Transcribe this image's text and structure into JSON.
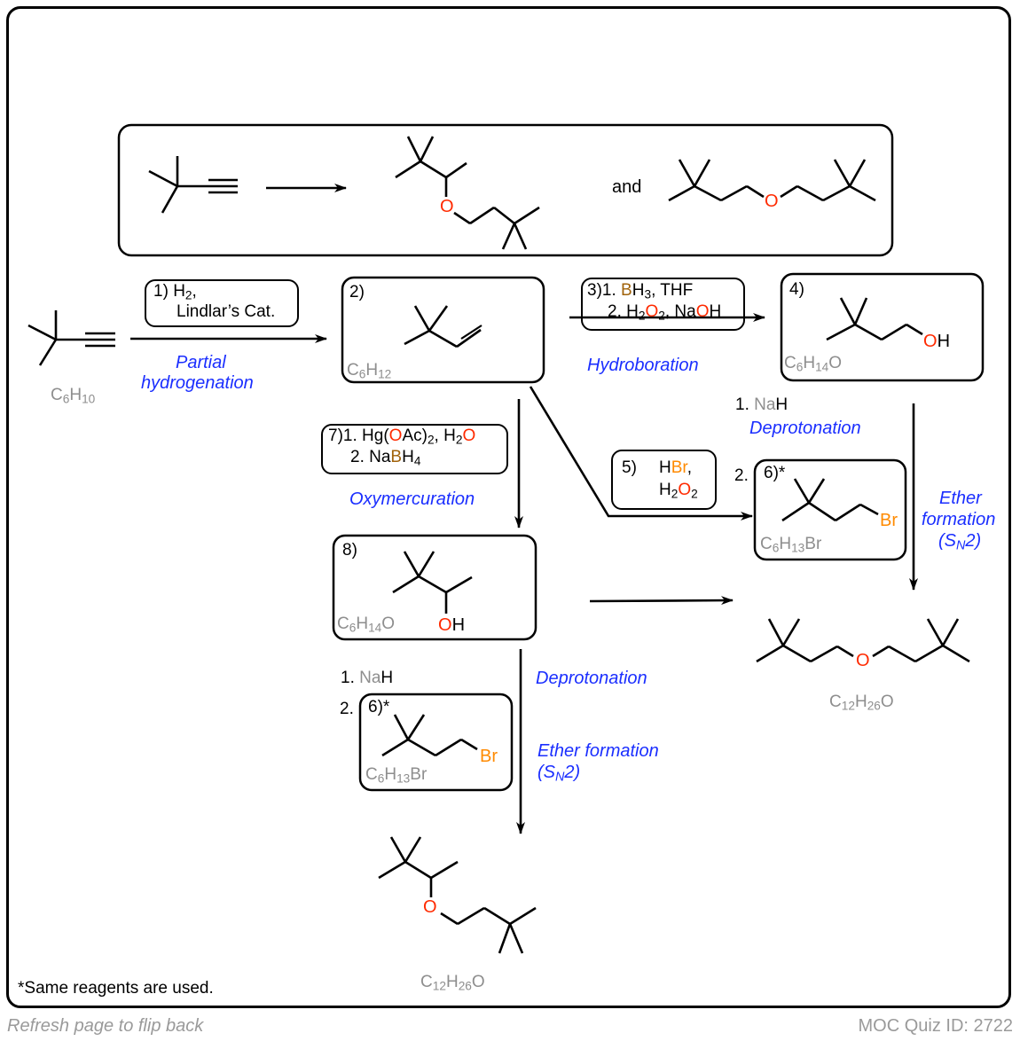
{
  "top_problem": {
    "connector": "and",
    "oxygen_label": "O"
  },
  "compounds": {
    "start": {
      "formula_C": "C",
      "formula_C_sub": "6",
      "formula_H": "H",
      "formula_H_sub": "10"
    },
    "c2": {
      "number": "2)",
      "formula_C": "C",
      "formula_C_sub": "6",
      "formula_H": "H",
      "formula_H_sub": "12"
    },
    "c4": {
      "number": "4)",
      "oh_O": "O",
      "oh_H": "H",
      "formula_C": "C",
      "formula_C_sub": "6",
      "formula_H": "H",
      "formula_H_sub": "14",
      "formula_O": "O"
    },
    "c6_right": {
      "prefix": "2.",
      "number": "6)*",
      "br": "Br",
      "formula_C": "C",
      "formula_C_sub": "6",
      "formula_H": "H",
      "formula_H_sub": "13",
      "formula_Br": "Br"
    },
    "c8": {
      "number": "8)",
      "oh_O": "O",
      "oh_H": "H",
      "formula_C": "C",
      "formula_C_sub": "6",
      "formula_H": "H",
      "formula_H_sub": "14",
      "formula_O": "O"
    },
    "c6_bottom": {
      "prefix": "2.",
      "number": "6)*",
      "br": "Br",
      "formula_C": "C",
      "formula_C_sub": "6",
      "formula_H": "H",
      "formula_H_sub": "13",
      "formula_Br": "Br"
    },
    "product_right": {
      "oxygen_label": "O",
      "formula_C": "C",
      "formula_C_sub": "12",
      "formula_H": "H",
      "formula_H_sub": "26",
      "formula_O": "O"
    },
    "product_bottom": {
      "oxygen_label": "O",
      "formula_C": "C",
      "formula_C_sub": "12",
      "formula_H": "H",
      "formula_H_sub": "26",
      "formula_O": "O"
    }
  },
  "reagents": {
    "r1": {
      "number": "1)",
      "line1_H": "H",
      "line1_sub": "2",
      "line1_tail": ",",
      "line2": "Lindlar’s Cat."
    },
    "r3": {
      "number": "3)",
      "l1_pre": "1. ",
      "l1_B": "B",
      "l1_H": "H",
      "l1_sub": "3",
      "l1_tail": ", THF",
      "l2_pre": "2. H",
      "l2_sub1": "2",
      "l2_O": "O",
      "l2_sub2": "2",
      "l2_mid": ", Na",
      "l2_O2": "O",
      "l2_H": "H"
    },
    "r5": {
      "number": "5)",
      "l1_H": "H",
      "l1_Br": "Br",
      "l1_tail": ",",
      "l2_H": "H",
      "l2_sub1": "2",
      "l2_O": "O",
      "l2_sub2": "2"
    },
    "r7": {
      "number": "7)",
      "l1_pre": "1. Hg(",
      "l1_O": "O",
      "l1_mid": "Ac)",
      "l1_sub": "2",
      "l1_mid2": ", H",
      "l1_sub2": "2",
      "l1_O2": "O",
      "l2_pre": "2. Na",
      "l2_B": "B",
      "l2_H": "H",
      "l2_sub": "4"
    },
    "nah_right": {
      "prefix": "1. ",
      "na": "Na",
      "h": "H"
    },
    "nah_bottom": {
      "prefix": "1. ",
      "na": "Na",
      "h": "H"
    }
  },
  "labels": {
    "partial_hydrogenation": [
      "Partial",
      "hydrogenation"
    ],
    "hydroboration": "Hydroboration",
    "oxymercuration": "Oxymercuration",
    "deprotonation_right": "Deprotonation",
    "ether_formation_right": [
      "Ether",
      "formation"
    ],
    "sn2_right": {
      "open": "(S",
      "sub": "N",
      "close": "2)"
    },
    "deprotonation_bottom": "Deprotonation",
    "ether_formation_bottom": "Ether formation",
    "sn2_bottom": {
      "open": "(S",
      "sub": "N",
      "close": "2)"
    }
  },
  "footnote": "*Same reagents are used.",
  "footer": {
    "left": "Refresh page to flip back",
    "right": "MOC Quiz ID: 2722"
  },
  "colors": {
    "oxygen": "#ff2a00",
    "boron": "#a0620a",
    "bromine": "#ff8a00",
    "annotation": "#1a2eff",
    "formula": "#8e8e8e"
  }
}
